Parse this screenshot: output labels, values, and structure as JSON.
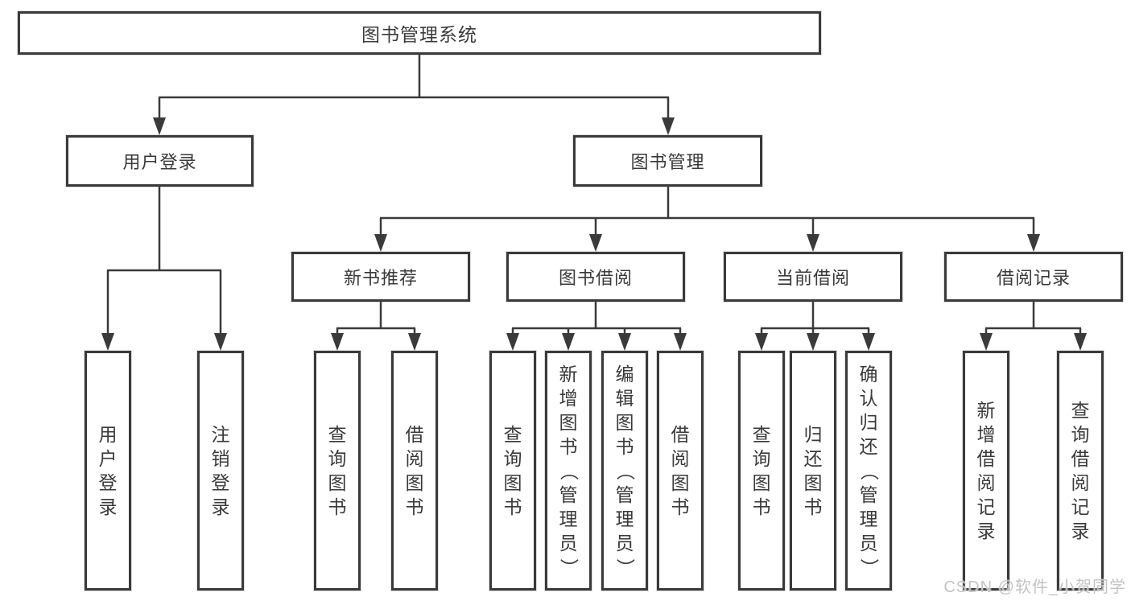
{
  "colors": {
    "line": "#3a3a3a",
    "text": "#3a3a3a",
    "background": "#ffffff",
    "watermark": "#c3c3c3"
  },
  "watermark": {
    "text": "CSDN @软件_小贺同学"
  },
  "tree": {
    "root": {
      "label": "图书管理系统"
    },
    "level1": [
      {
        "label": "用户登录"
      },
      {
        "label": "图书管理"
      }
    ],
    "level2": [
      {
        "label": "新书推荐"
      },
      {
        "label": "图书借阅"
      },
      {
        "label": "当前借阅"
      },
      {
        "label": "借阅记录"
      }
    ],
    "leaves": {
      "user_login": [
        "用户登录",
        "注销登录"
      ],
      "new_book": [
        "查询图书",
        "借阅图书"
      ],
      "book_borrow": [
        "查询图书",
        "新增图书（管理员）",
        "编辑图书（管理员）",
        "借阅图书"
      ],
      "current_borrow": [
        "查询图书",
        "归还图书",
        "确认归还（管理员）"
      ],
      "borrow_records": [
        "新增借阅记录",
        "查询借阅记录"
      ]
    }
  }
}
